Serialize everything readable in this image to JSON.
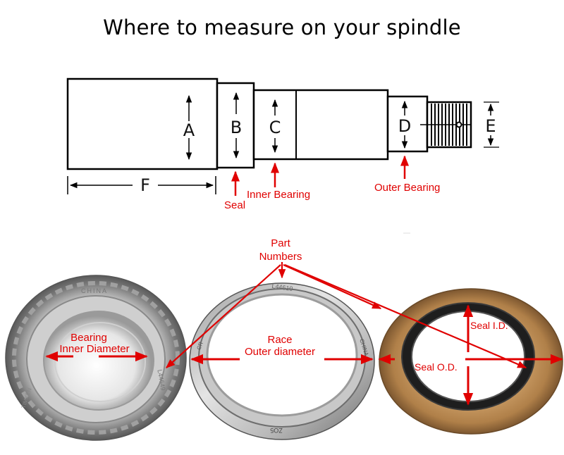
{
  "title": "Where to measure on your spindle",
  "dimensions": {
    "A": "A",
    "B": "B",
    "C": "C",
    "D": "D",
    "E": "E",
    "F": "F"
  },
  "callouts": {
    "seal": "Seal",
    "inner_bearing": "Inner Bearing",
    "outer_bearing": "Outer Bearing",
    "part_numbers_line1": "Part",
    "part_numbers_line2": "Numbers",
    "bearing_line1": "Bearing",
    "bearing_line2": "Inner Diameter",
    "race_line1": "Race",
    "race_line2": "Outer diameter",
    "seal_id": "Seal I.D.",
    "seal_od": "Seal O.D."
  },
  "part_stampings": {
    "bearing_top": "CHINA",
    "bearing_side": "L44649",
    "bearing_left": "TIMKEN",
    "race_top": "L44610",
    "race_bottom": "ZO5",
    "race_left": "CR",
    "race_right": "CHINA"
  },
  "colors": {
    "annotation_red": "#e00000",
    "outline": "#000000",
    "seal_rubber": "#b98b54",
    "steel_light": "#d8d8d8",
    "steel_dark": "#8a8a8a"
  }
}
